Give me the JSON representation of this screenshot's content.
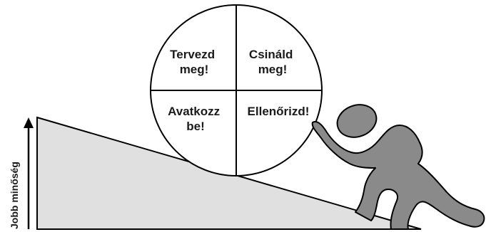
{
  "wheel": {
    "plan_line1": "Tervezd",
    "plan_line2": "meg!",
    "do_line1": "Csináld",
    "do_line2": "meg!",
    "act_line1": "Avatkozz",
    "act_line2": "be!",
    "check_line1": "Ellenőrizd!"
  },
  "axis": {
    "label": "Jobb minőség"
  },
  "colors": {
    "slope_fill": "#e0e0e0",
    "figure_fill": "#8a8a8a",
    "outline": "#000000"
  }
}
